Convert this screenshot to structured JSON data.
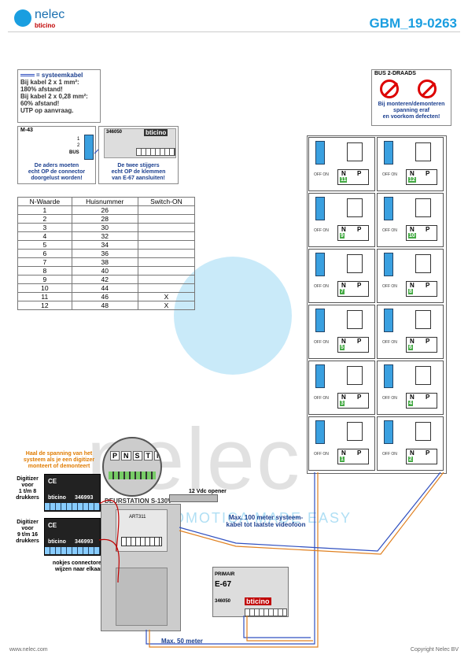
{
  "header": {
    "logo_text": "nelec",
    "logo_sub": "bticino",
    "doc_id": "GBM_19-0263"
  },
  "cable_note": {
    "title": "= systeemkabel",
    "lines": [
      "Bij kabel 2 x 1 mm²:",
      "180% afstand!",
      "Bij kabel 2 x 0,28 mm²:",
      "60% afstand!",
      "UTP op aanvraag."
    ]
  },
  "bus_box": {
    "title": "BUS 2-DRAADS",
    "lines": [
      "Bij monteren/demonteren",
      "spanning eraf",
      "en voorkom defecten!"
    ]
  },
  "m43": {
    "title": "M-43",
    "pin1": "1",
    "pin2": "2",
    "bus": "BUS",
    "lines": [
      "De aders moeten",
      "echt OP de connector",
      "doorgelust worden!"
    ]
  },
  "e67_detail": {
    "code": "346050",
    "brand": "bticino",
    "lines": [
      "De twee stijgers",
      "echt OP de klemmen",
      "van E-67 aansluiten!"
    ]
  },
  "table": {
    "headers": [
      "N-Waarde",
      "Huisnummer",
      "Switch-ON"
    ],
    "rows": [
      [
        "1",
        "26",
        ""
      ],
      [
        "2",
        "28",
        ""
      ],
      [
        "3",
        "30",
        ""
      ],
      [
        "4",
        "32",
        ""
      ],
      [
        "5",
        "34",
        ""
      ],
      [
        "6",
        "36",
        ""
      ],
      [
        "7",
        "38",
        ""
      ],
      [
        "8",
        "40",
        ""
      ],
      [
        "9",
        "42",
        ""
      ],
      [
        "10",
        "44",
        ""
      ],
      [
        "11",
        "46",
        "X"
      ],
      [
        "12",
        "48",
        "X"
      ]
    ]
  },
  "apartments": {
    "left_values": [
      "11",
      "9",
      "7",
      "5",
      "3",
      "1"
    ],
    "right_values": [
      "12",
      "10",
      "8",
      "6",
      "4",
      "2"
    ],
    "n_label": "N",
    "p_label": "P",
    "off_on": "OFF ON"
  },
  "digitizer_note": {
    "lines": [
      "Haal de spanning van het",
      "systeem als je een digitizer",
      "monteert of demonteert"
    ]
  },
  "digitizer1": {
    "label": [
      "Digitizer",
      "voor",
      "1 t/m 8",
      "drukkers"
    ],
    "code": "346993"
  },
  "digitizer2": {
    "label": [
      "Digitizer",
      "voor",
      "9 t/m 16",
      "drukkers"
    ],
    "code": "346993"
  },
  "connector_note": {
    "lines": [
      "nokjes connectoren",
      "wijzen naar elkaar"
    ]
  },
  "door_station": {
    "label": "DEURSTATION S-130V",
    "opener": "12 Vdc opener",
    "model": "ART311"
  },
  "zoom_labels": [
    "P",
    "N",
    "S",
    "T",
    "M"
  ],
  "distance_notes": {
    "max100": [
      "Max. 100 meter systeem-",
      "kabel tot laatste videofoon"
    ],
    "max50": "Max. 50 meter"
  },
  "e67_unit": {
    "primair": "PRIMAIR",
    "name": "E-67",
    "code": "346050",
    "brand": "bticino"
  },
  "footer": {
    "left": "www.nelec.com",
    "right": "Copyright Nelec BV"
  },
  "watermark": {
    "text": "nelec",
    "tagline": "DOMOTICA MADE EASY"
  },
  "colors": {
    "accent": "#1a9ee0",
    "brand_red": "#c00000",
    "note_blue": "#1b3f8f",
    "orange": "#e07b00",
    "wire_blue": "#3050c0",
    "wire_orange": "#e08020"
  }
}
